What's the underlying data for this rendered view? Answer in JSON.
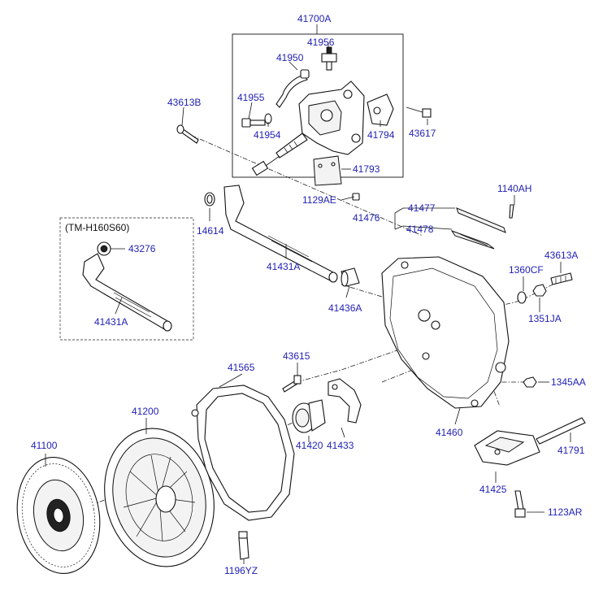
{
  "labels": {
    "p41700A": "41700A",
    "p41956": "41956",
    "p41950": "41950",
    "p41955": "41955",
    "p41954": "41954",
    "p41794": "41794",
    "p43617": "43617",
    "p41793": "41793",
    "p1129AE": "1129AE",
    "p43613B": "43613B",
    "p14614": "14614",
    "p41431A_main": "41431A",
    "p41436A": "41436A",
    "p41477": "41477",
    "p41476": "41476",
    "p41478": "41478",
    "p1140AH": "1140AH",
    "p43613A": "43613A",
    "p1360CF": "1360CF",
    "p1351JA": "1351JA",
    "p43276": "43276",
    "p41431A_alt": "41431A",
    "p41565": "41565",
    "p43615": "43615",
    "p41200": "41200",
    "p41460": "41460",
    "p1345AA": "1345AA",
    "p41420": "41420",
    "p41433": "41433",
    "p41100": "41100",
    "p41791": "41791",
    "p41425": "41425",
    "p1123AR": "1123AR",
    "p1196YZ": "1196YZ"
  },
  "variant_note": "(TM-H160S60)",
  "colors": {
    "label": "#1f1fb4",
    "line": "#111111"
  }
}
